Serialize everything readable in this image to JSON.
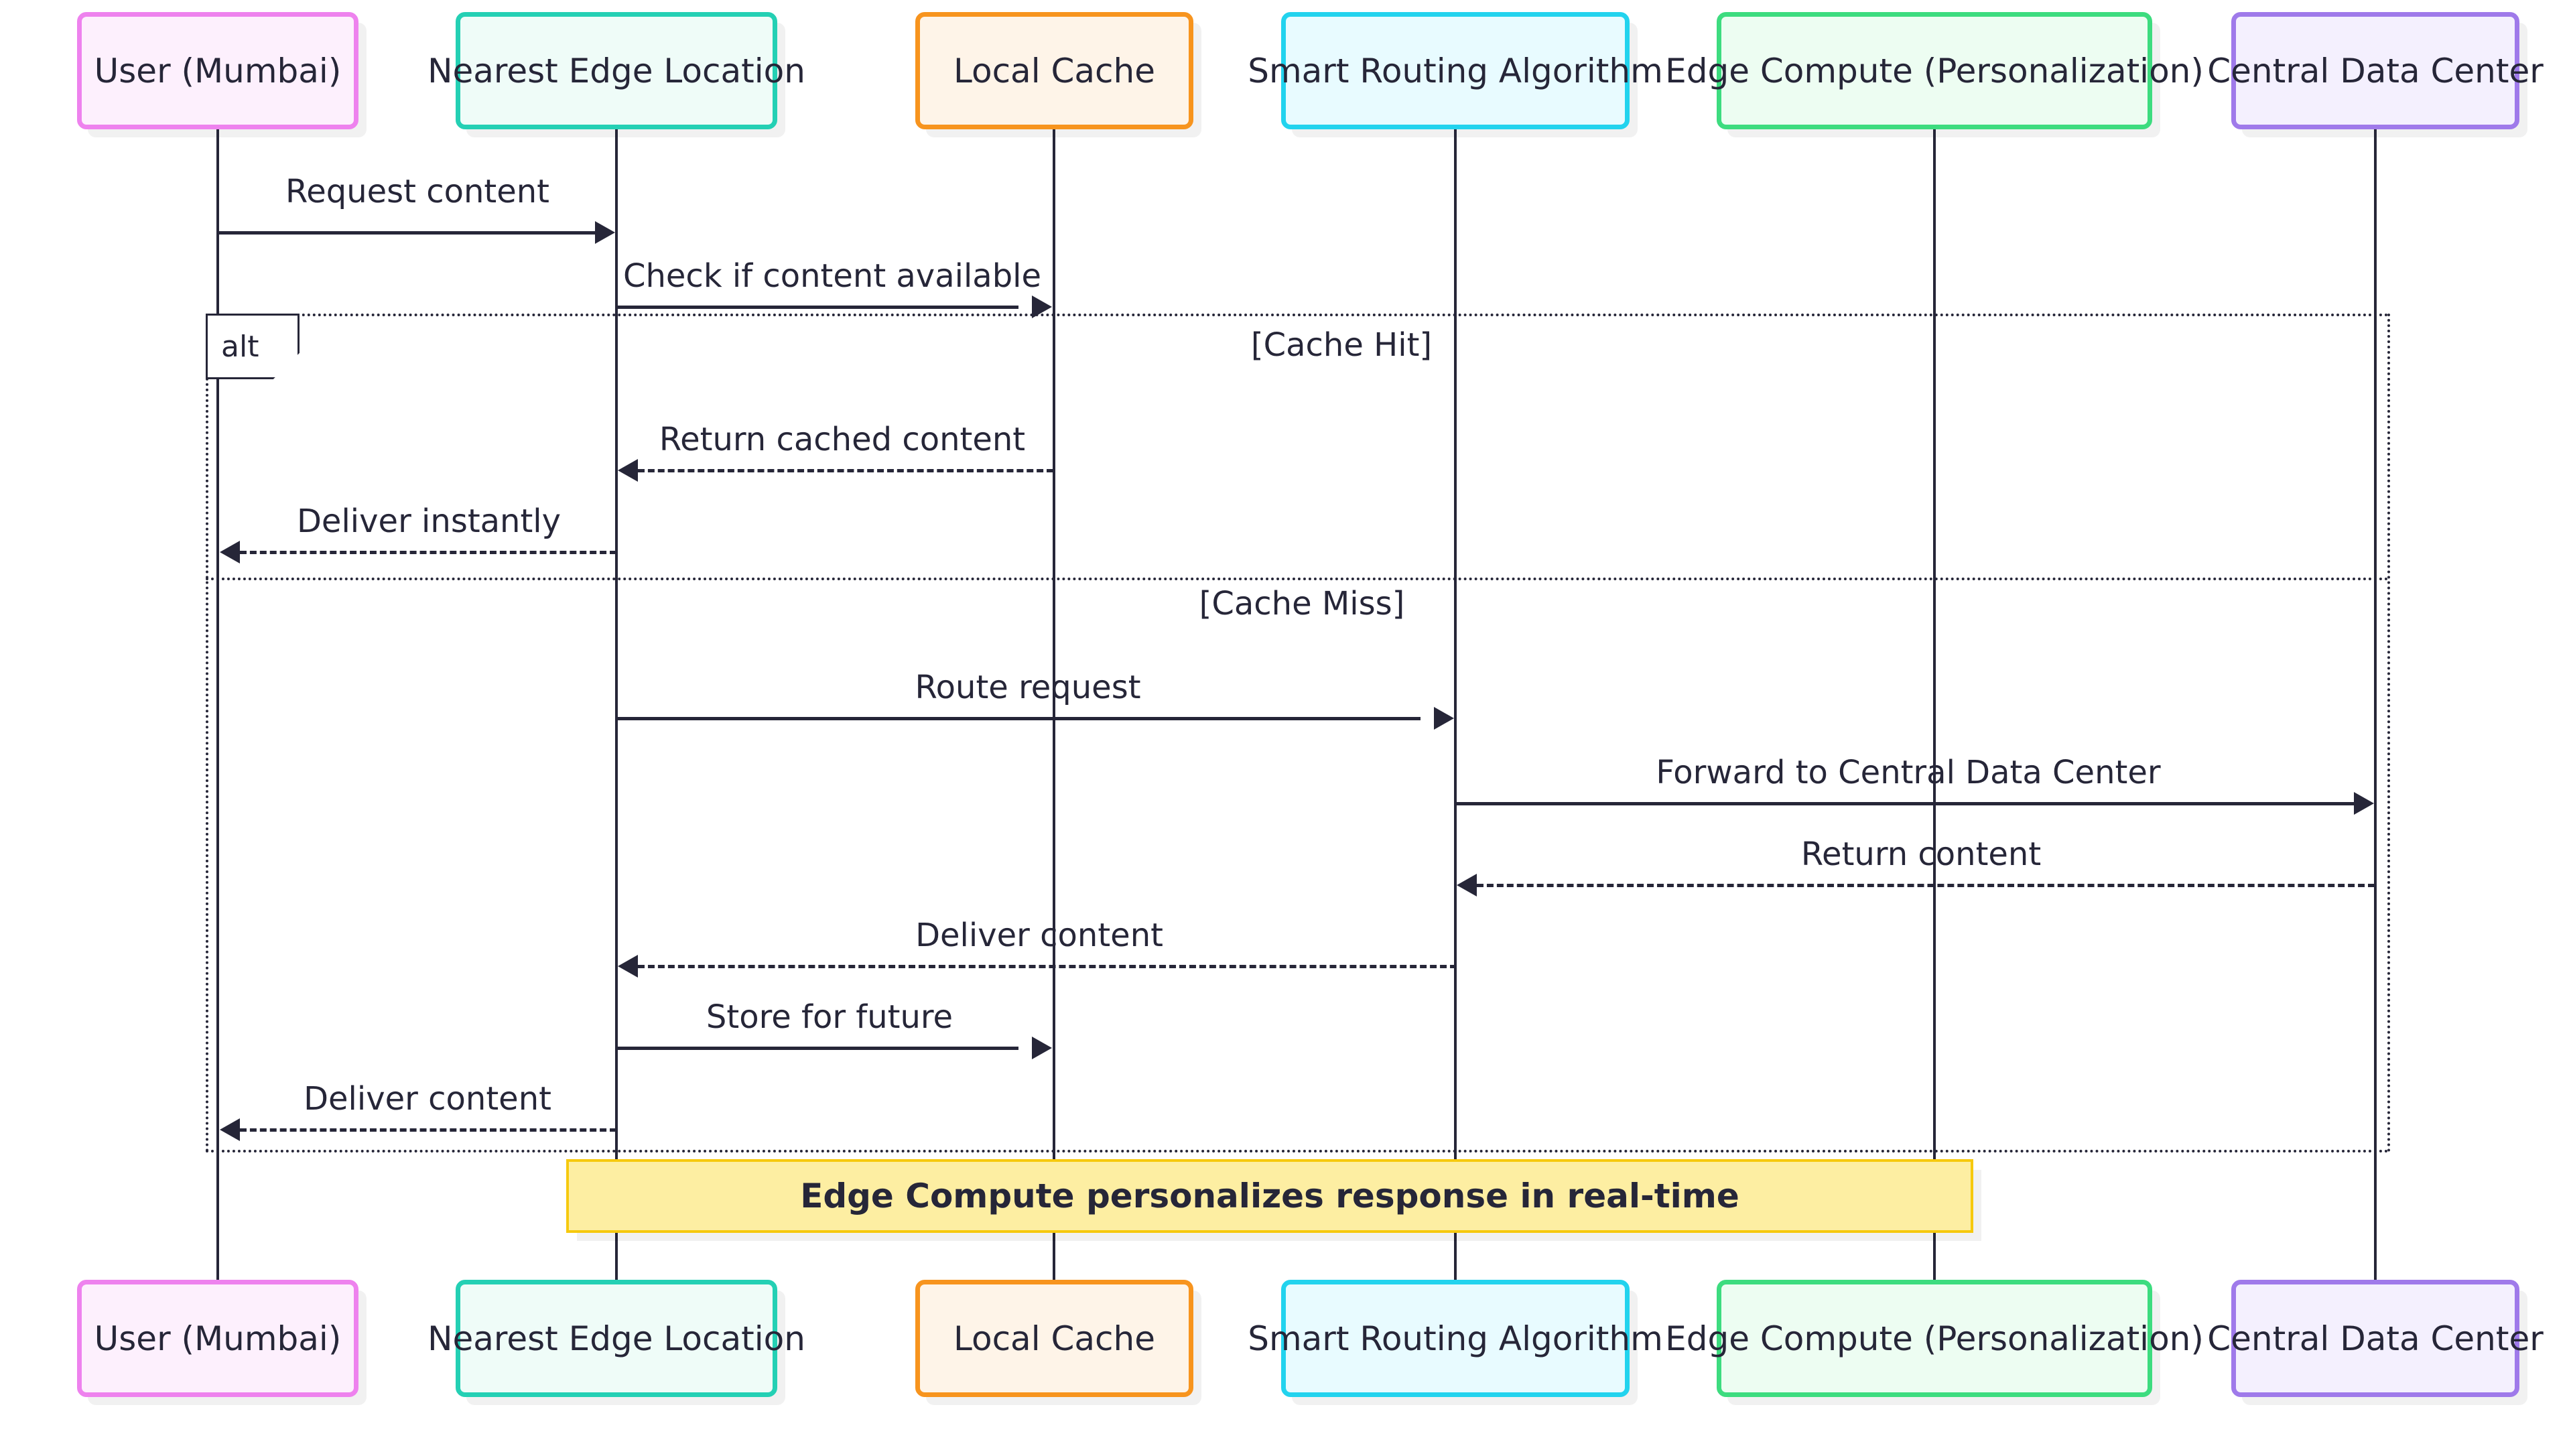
{
  "diagram": {
    "type": "sequence-diagram",
    "theme_colors": {
      "line": "#262638",
      "background": "#ffffff",
      "note_fill": "#fdeea2",
      "note_border": "#f6c90e"
    },
    "participants": [
      {
        "id": "user",
        "label": "User (Mumbai)",
        "border": "#ee82ee",
        "fill": "#fdf0fd"
      },
      {
        "id": "edge",
        "label": "Nearest Edge Location",
        "border": "#24d0b4",
        "fill": "#effcf8"
      },
      {
        "id": "cache",
        "label": "Local Cache",
        "border": "#f7941e",
        "fill": "#fef4e8"
      },
      {
        "id": "router",
        "label": "Smart Routing Algorithm",
        "border": "#22d3ee",
        "fill": "#e8fbff"
      },
      {
        "id": "compute",
        "label": "Edge Compute (Personalization)",
        "border": "#3ddc7f",
        "fill": "#edfdf2"
      },
      {
        "id": "dc",
        "label": "Central Data Center",
        "border": "#9f7aea",
        "fill": "#f4f0fe"
      }
    ],
    "messages": [
      {
        "id": "m1",
        "label": "Request content",
        "from": "user",
        "to": "edge",
        "style": "solid"
      },
      {
        "id": "m2",
        "label": "Check if content available",
        "from": "edge",
        "to": "cache",
        "style": "solid"
      },
      {
        "id": "m3",
        "label": "Return cached content",
        "from": "cache",
        "to": "edge",
        "style": "dashed"
      },
      {
        "id": "m4",
        "label": "Deliver instantly",
        "from": "edge",
        "to": "user",
        "style": "dashed"
      },
      {
        "id": "m5",
        "label": "Route request",
        "from": "edge",
        "to": "router",
        "style": "solid"
      },
      {
        "id": "m6",
        "label": "Forward to Central Data Center",
        "from": "router",
        "to": "dc",
        "style": "solid"
      },
      {
        "id": "m7",
        "label": "Return content",
        "from": "dc",
        "to": "router",
        "style": "dashed"
      },
      {
        "id": "m8",
        "label": "Deliver content",
        "from": "router",
        "to": "edge",
        "style": "dashed"
      },
      {
        "id": "m9",
        "label": "Store for future",
        "from": "edge",
        "to": "cache",
        "style": "solid"
      },
      {
        "id": "m10",
        "label": "Deliver content",
        "from": "edge",
        "to": "user",
        "style": "dashed"
      }
    ],
    "fragment": {
      "tag": "alt",
      "conditions": [
        {
          "id": "c1",
          "label": "[Cache Hit]"
        },
        {
          "id": "c2",
          "label": "[Cache Miss]"
        }
      ]
    },
    "note": {
      "text": "Edge Compute personalizes response in real-time"
    }
  }
}
